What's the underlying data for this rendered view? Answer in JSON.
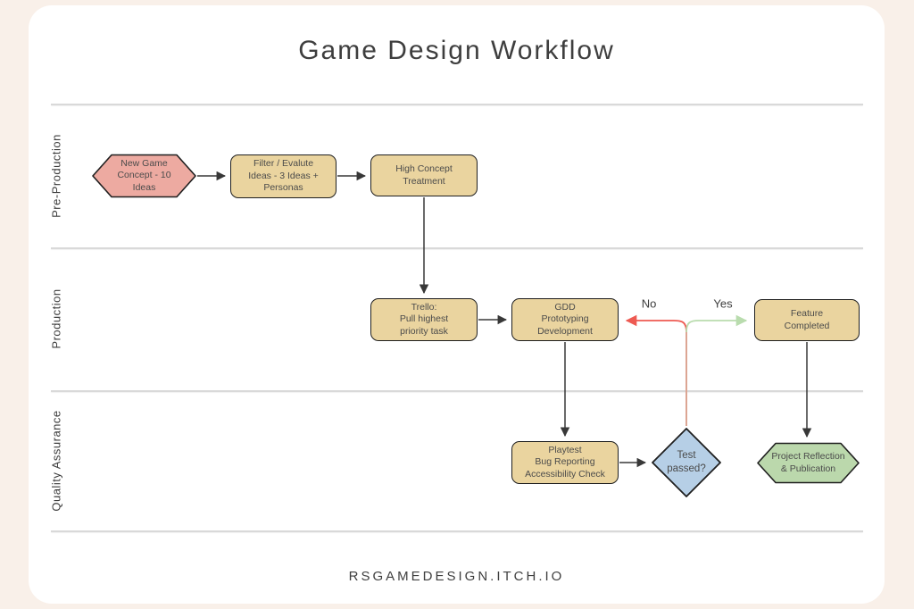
{
  "title": "Game Design Workflow",
  "footer": "RSGAMEDESIGN.ITCH.IO",
  "lanes": [
    {
      "label": "Pre-Production"
    },
    {
      "label": "Production"
    },
    {
      "label": "Quality Assurance"
    }
  ],
  "nodes": {
    "concept": {
      "text": "New Game\nConcept - 10\nIdeas",
      "shape": "hexagon"
    },
    "filter": {
      "text": "Filter / Evalute\nIdeas - 3 Ideas +\nPersonas",
      "shape": "rounded-rect"
    },
    "high_concept": {
      "text": "High Concept\nTreatment",
      "shape": "rounded-rect"
    },
    "trello": {
      "text": "Trello:\nPull highest\npriority task",
      "shape": "rounded-rect"
    },
    "gdd": {
      "text": "GDD\nPrototyping\nDevelopment",
      "shape": "rounded-rect"
    },
    "feature": {
      "text": "Feature\nCompleted",
      "shape": "rounded-rect"
    },
    "playtest": {
      "text": "Playtest\nBug Reporting\nAccessibility Check",
      "shape": "rounded-rect"
    },
    "test_passed": {
      "text": "Test\npassed?",
      "shape": "diamond"
    },
    "reflection": {
      "text": "Project Reflection\n& Publication",
      "shape": "hexagon"
    }
  },
  "edge_labels": {
    "no": "No",
    "yes": "Yes"
  },
  "colors": {
    "background": "#f9f0e9",
    "card": "#ffffff",
    "process_fill": "#ead49f",
    "start_fill": "#edaaa1",
    "end_fill": "#bbd8ac",
    "decision_fill": "#b6cfe6",
    "shape_border": "#1f1f1f",
    "arrow": "#383838",
    "no_arrow": "#ee5a52",
    "yes_arrow": "#b9dcae",
    "overlap_line": "#dca593",
    "divider": "#d9d9d9"
  }
}
